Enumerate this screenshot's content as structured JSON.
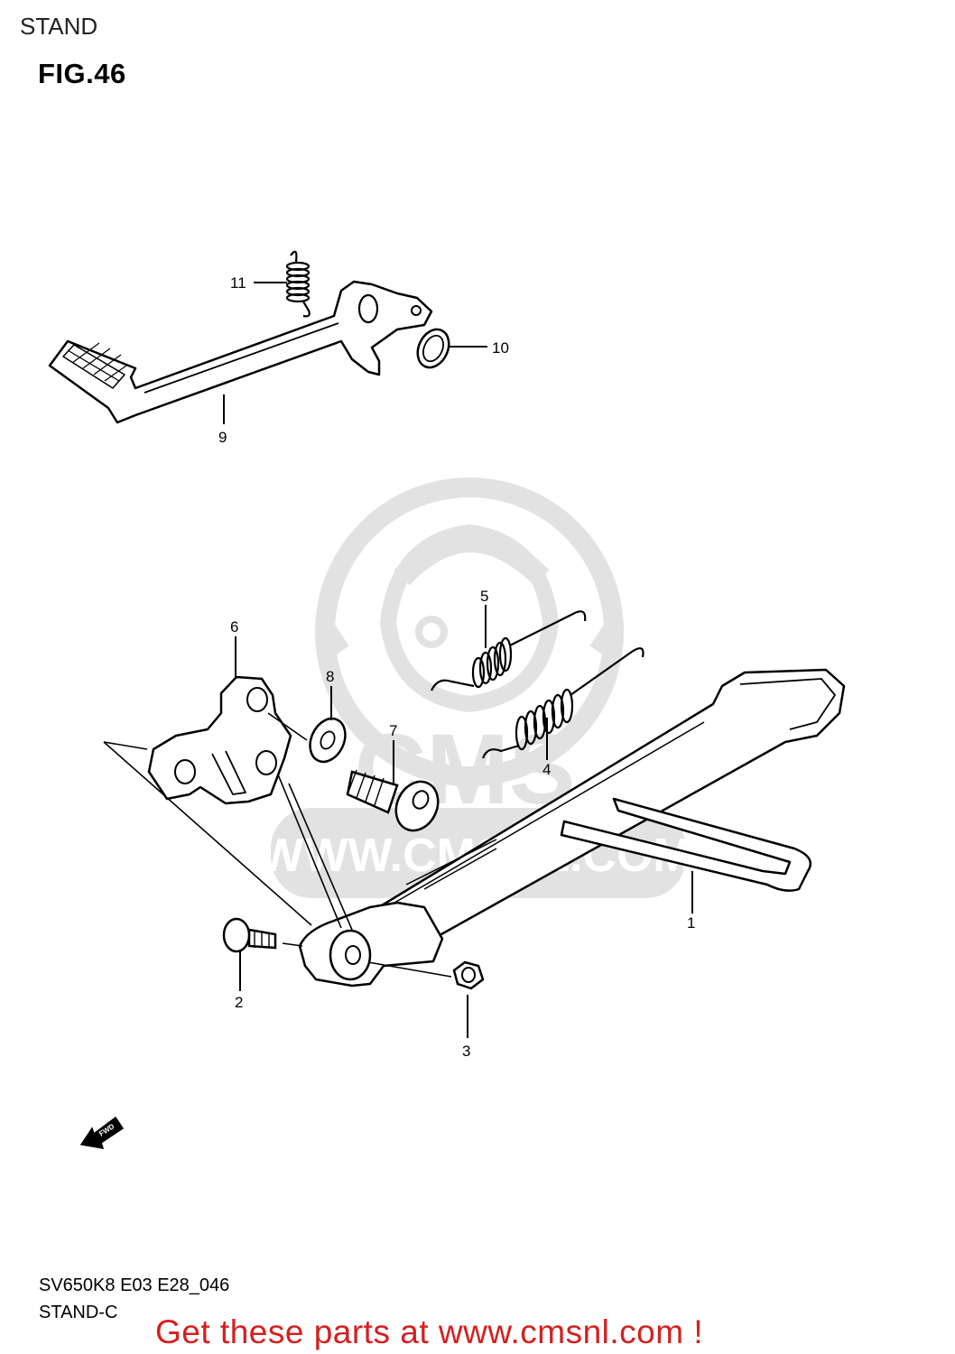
{
  "header": {
    "section": "STAND",
    "figure": "FIG.46"
  },
  "callouts": {
    "c1": "1",
    "c2": "2",
    "c3": "3",
    "c4": "4",
    "c5": "5",
    "c6": "6",
    "c7": "7",
    "c8": "8",
    "c9": "9",
    "c10": "10",
    "c11": "11"
  },
  "watermark": {
    "logo_text": "CMS",
    "url": "WWW.CMSNL.COM"
  },
  "fwd_badge": "FWD",
  "footer": {
    "model_code": "SV650K8 E03 E28_046",
    "drawing_id": "STAND-C",
    "promo": "Get these parts at www.cmsnl.com !"
  },
  "colors": {
    "line": "#000000",
    "watermark": "#e2e2e2",
    "promo": "#d42020"
  }
}
